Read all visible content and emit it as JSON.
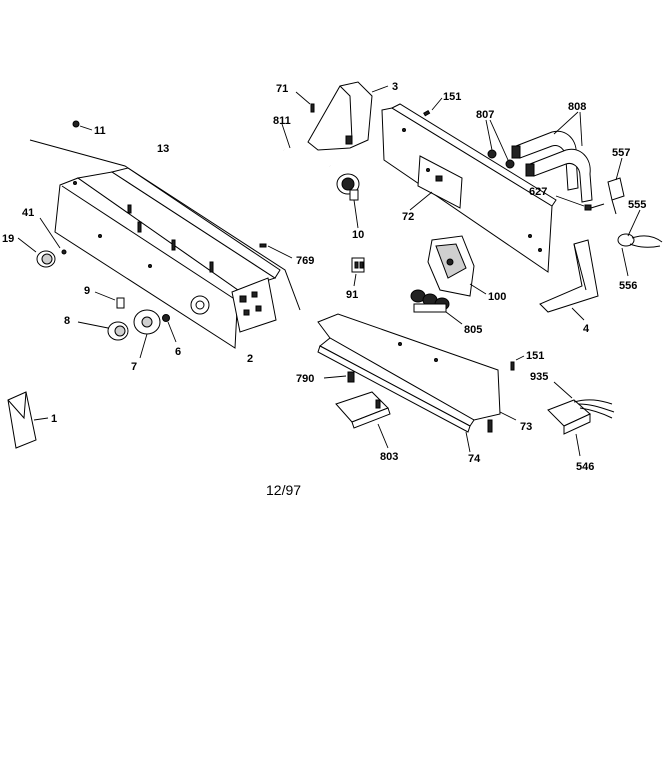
{
  "date_code": "12/97",
  "labels": [
    "11",
    "13",
    "41",
    "19",
    "9",
    "8",
    "7",
    "6",
    "2",
    "1",
    "71",
    "3",
    "811",
    "10",
    "151",
    "807",
    "808",
    "557",
    "627",
    "555",
    "556",
    "72",
    "769",
    "100",
    "91",
    "805",
    "4",
    "790",
    "151",
    "935",
    "73",
    "803",
    "74",
    "546"
  ]
}
